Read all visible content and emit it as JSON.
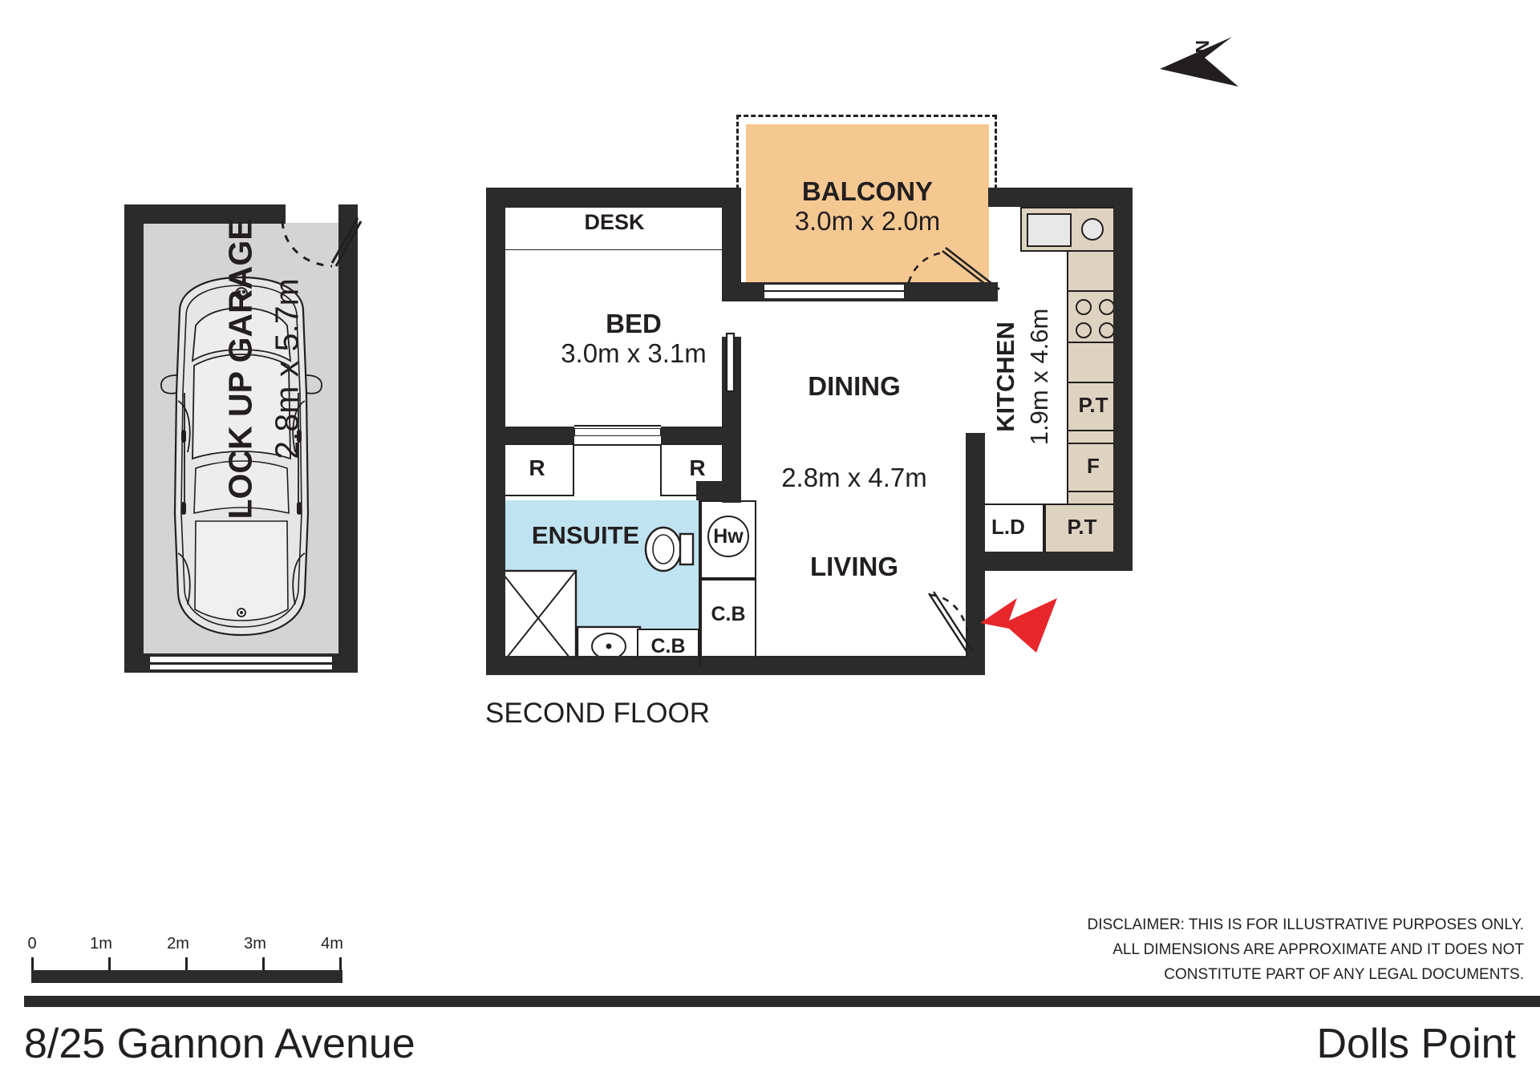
{
  "meta": {
    "address": "8/25 Gannon Avenue",
    "suburb": "Dolls Point",
    "floor_label": "SECOND FLOOR",
    "north_label": "N"
  },
  "disclaimer": {
    "line1": "DISCLAIMER: THIS IS FOR ILLUSTRATIVE PURPOSES ONLY.",
    "line2": "ALL DIMENSIONS ARE APPROXIMATE AND IT DOES NOT",
    "line3": "CONSTITUTE PART OF ANY LEGAL DOCUMENTS."
  },
  "scale_bar": {
    "ticks": [
      "0",
      "1m",
      "2m",
      "3m",
      "4m"
    ]
  },
  "garage": {
    "name": "LOCK UP GARAGE",
    "dimensions": "2.8m x 5.7m",
    "fill_color": "#d4d4d4"
  },
  "rooms": [
    {
      "id": "bed",
      "name": "BED",
      "dimensions": "3.0m x 3.1m"
    },
    {
      "id": "balcony",
      "name": "BALCONY",
      "dimensions": "3.0m x 2.0m",
      "fill_color": "#f5c892"
    },
    {
      "id": "dining",
      "name": "DINING",
      "dimensions": "2.8m x 4.7m"
    },
    {
      "id": "living",
      "name": "LIVING",
      "dimensions": ""
    },
    {
      "id": "kitchen",
      "name": "KITCHEN",
      "dimensions": "1.9m x 4.6m"
    },
    {
      "id": "ensuite",
      "name": "ENSUITE",
      "dimensions": "",
      "fill_color": "#bfe3f0"
    }
  ],
  "fixtures": {
    "desk": "DESK",
    "robe_left": "R",
    "robe_right": "R",
    "hot_water": "Hw",
    "cupboard_1": "C.B",
    "cupboard_2": "C.B",
    "pantry_top": "P.T",
    "fridge": "F",
    "laundry_dryer": "L.D",
    "pantry_bottom": "P.T"
  },
  "colors": {
    "wall": "#2b2b2b",
    "balcony": "#f5c892",
    "ensuite": "#bfe3f0",
    "garage": "#d4d4d4",
    "joinery": "#ded2c1",
    "entry_arrow": "#e8272c",
    "text": "#231f20"
  }
}
